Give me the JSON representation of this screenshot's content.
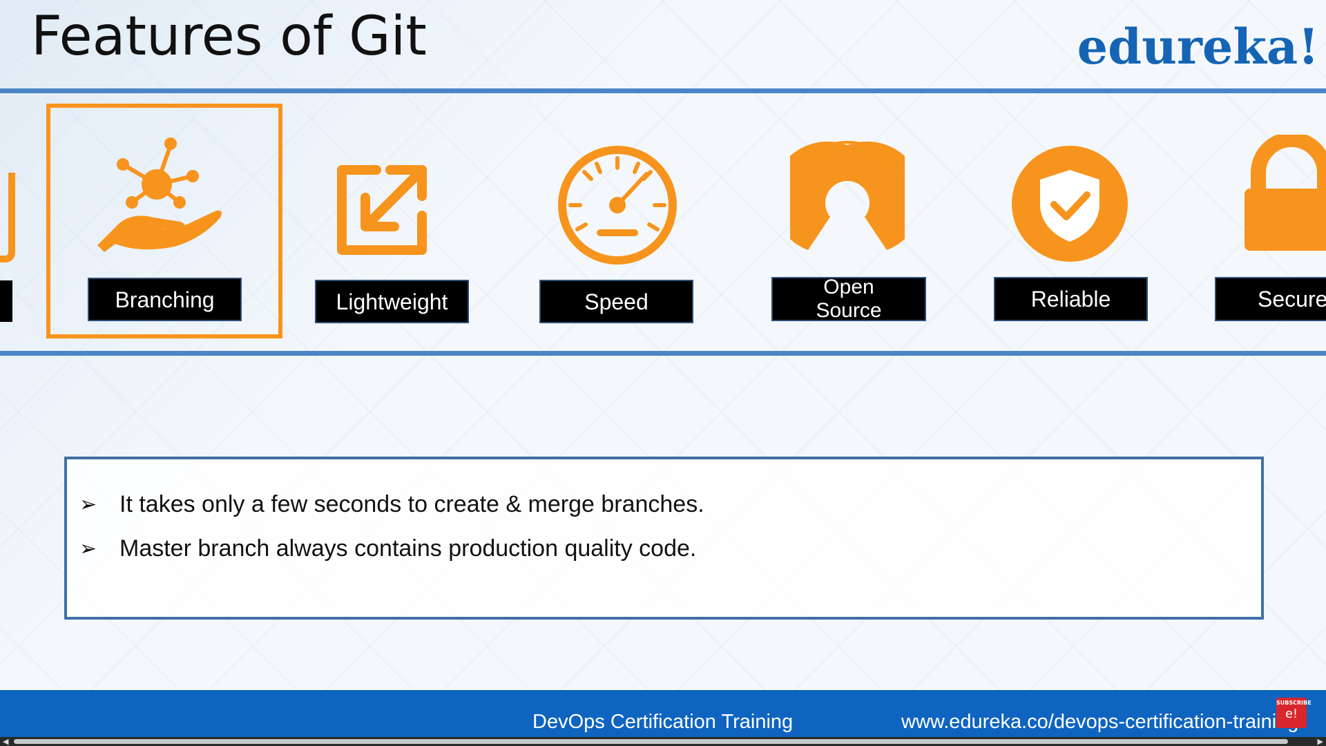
{
  "slide": {
    "title": "Features of Git",
    "logo": "edureka!"
  },
  "features": [
    {
      "label_line1": "Branching",
      "label_line2": "",
      "icon": "branching-hand-icon",
      "selected": true
    },
    {
      "label_line1": "Lightweight",
      "label_line2": "",
      "icon": "resize-arrow-icon",
      "selected": false
    },
    {
      "label_line1": "Speed",
      "label_line2": "",
      "icon": "speedometer-icon",
      "selected": false
    },
    {
      "label_line1": "Open",
      "label_line2": "Source",
      "icon": "open-source-icon",
      "selected": false
    },
    {
      "label_line1": "Reliable",
      "label_line2": "",
      "icon": "shield-check-icon",
      "selected": false
    },
    {
      "label_line1": "Secure",
      "label_line2": "",
      "icon": "lock-icon",
      "selected": false
    }
  ],
  "description": {
    "bullets": [
      "It takes only a few seconds to create & merge branches.",
      "Master branch always contains production quality code."
    ]
  },
  "footer": {
    "course": "DevOps Certification Training",
    "url": "www.edureka.co/devops-certification-training"
  },
  "subscribe": {
    "label": "SUBSCRIBE",
    "badge": "e!"
  },
  "colors": {
    "accent": "#f7941d",
    "brand": "#1565b4",
    "footer": "#0f64c0"
  }
}
